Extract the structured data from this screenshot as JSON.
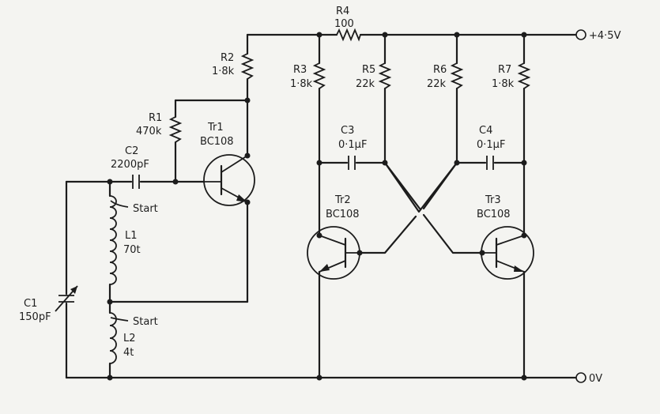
{
  "rails": {
    "positive": "+4·5V",
    "ground": "0V"
  },
  "components": {
    "R1": {
      "name": "R1",
      "value": "470k"
    },
    "R2": {
      "name": "R2",
      "value": "1·8k"
    },
    "R3": {
      "name": "R3",
      "value": "1·8k"
    },
    "R4": {
      "name": "R4",
      "value": "100"
    },
    "R5": {
      "name": "R5",
      "value": "22k"
    },
    "R6": {
      "name": "R6",
      "value": "22k"
    },
    "R7": {
      "name": "R7",
      "value": "1·8k"
    },
    "C1": {
      "name": "C1",
      "value": "150pF"
    },
    "C2": {
      "name": "C2",
      "value": "2200pF"
    },
    "C3": {
      "name": "C3",
      "value": "0·1µF"
    },
    "C4": {
      "name": "C4",
      "value": "0·1µF"
    },
    "L1": {
      "name": "L1",
      "value": "70t",
      "start": "Start"
    },
    "L2": {
      "name": "L2",
      "value": "4t",
      "start": "Start"
    },
    "Tr1": {
      "name": "Tr1",
      "type": "BC108"
    },
    "Tr2": {
      "name": "Tr2",
      "type": "BC108"
    },
    "Tr3": {
      "name": "Tr3",
      "type": "BC108"
    }
  }
}
